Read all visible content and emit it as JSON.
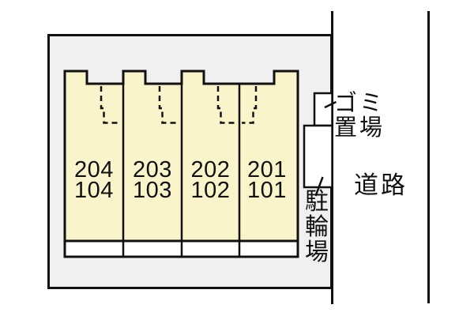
{
  "plan": {
    "units": [
      {
        "upper": "204",
        "lower": "104"
      },
      {
        "upper": "203",
        "lower": "103"
      },
      {
        "upper": "202",
        "lower": "102"
      },
      {
        "upper": "201",
        "lower": "101"
      }
    ],
    "labels": {
      "garbage_line1": "ゴミ",
      "garbage_line2": "置場",
      "bicycle": "駐輪場",
      "road": "道路"
    },
    "colors": {
      "building_fill": "#faf4cb",
      "site_fill": "#f0f0f1",
      "line": "#111111",
      "background": "#ffffff"
    }
  }
}
